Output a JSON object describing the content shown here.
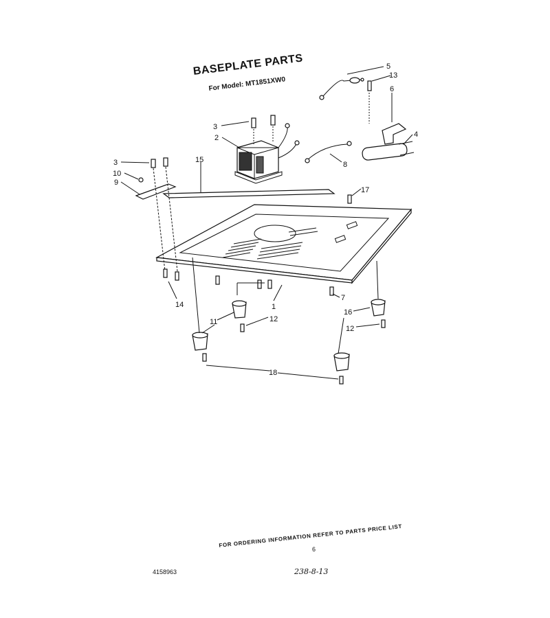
{
  "header": {
    "title": "BASEPLATE PARTS",
    "subtitle": "For Model: MT1851XW0"
  },
  "callouts": [
    {
      "id": "c5",
      "text": "5"
    },
    {
      "id": "c13",
      "text": "13"
    },
    {
      "id": "c6",
      "text": "6"
    },
    {
      "id": "c4",
      "text": "4"
    },
    {
      "id": "c3a",
      "text": "3"
    },
    {
      "id": "c2",
      "text": "2"
    },
    {
      "id": "c8",
      "text": "8"
    },
    {
      "id": "c15",
      "text": "15"
    },
    {
      "id": "c3b",
      "text": "3"
    },
    {
      "id": "c10",
      "text": "10"
    },
    {
      "id": "c9",
      "text": "9"
    },
    {
      "id": "c17",
      "text": "17"
    },
    {
      "id": "c14",
      "text": "14"
    },
    {
      "id": "c1",
      "text": "1"
    },
    {
      "id": "c7",
      "text": "7"
    },
    {
      "id": "c11",
      "text": "11"
    },
    {
      "id": "c12a",
      "text": "12"
    },
    {
      "id": "c16",
      "text": "16"
    },
    {
      "id": "c12b",
      "text": "12"
    },
    {
      "id": "c18",
      "text": "18"
    }
  ],
  "footer": {
    "ordering_note": "FOR ORDERING INFORMATION REFER TO PARTS PRICE LIST",
    "page_number": "6",
    "doc_number": "4158963",
    "handwritten": "238-8-13"
  }
}
